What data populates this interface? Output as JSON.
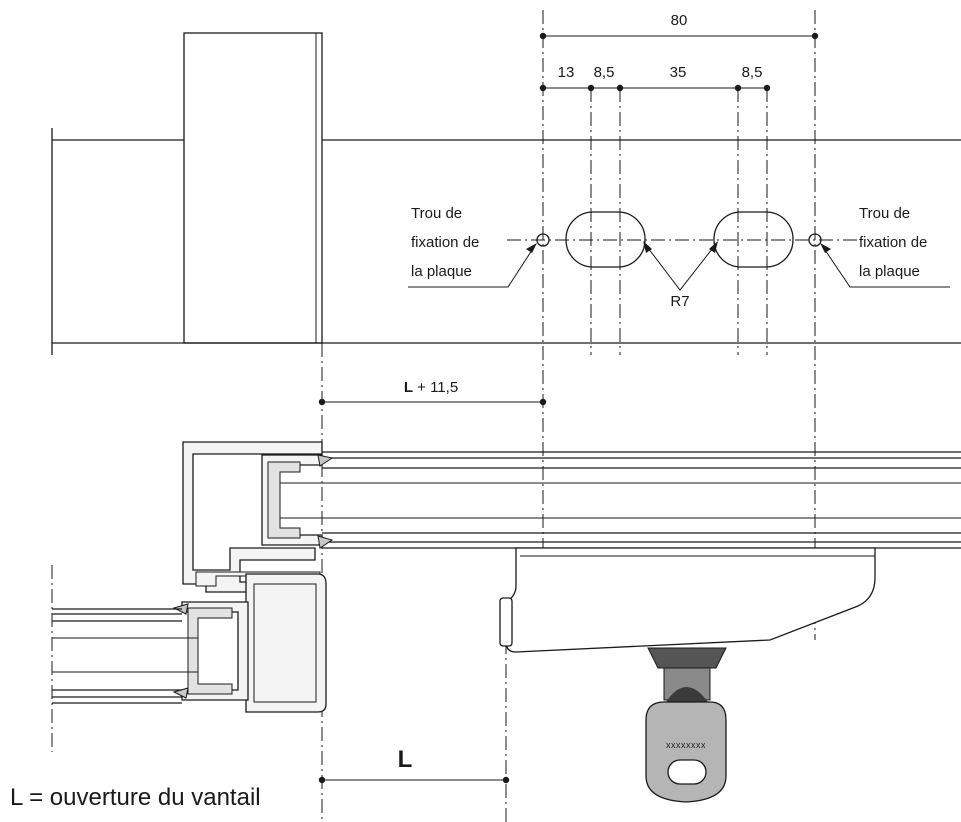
{
  "dimensions": {
    "total": "80",
    "d13": "13",
    "d85a": "8,5",
    "d35": "35",
    "d85b": "8,5",
    "radius": "R7",
    "offset_l": "L",
    "offset_rest": " + 11,5",
    "opening": "L"
  },
  "notes": {
    "left_hole": [
      "Trou de",
      "fixation de",
      "la plaque"
    ],
    "right_hole": [
      "Trou de",
      "fixation de",
      "la plaque"
    ]
  },
  "legend": "L = ouverture du vantail",
  "key_label": "xxxxxxxx",
  "colors": {
    "ink": "#1a1a1a",
    "profile_fill": "#f4f4f4",
    "key_fill": "#b5b5b5",
    "key_dark": "#555555"
  }
}
